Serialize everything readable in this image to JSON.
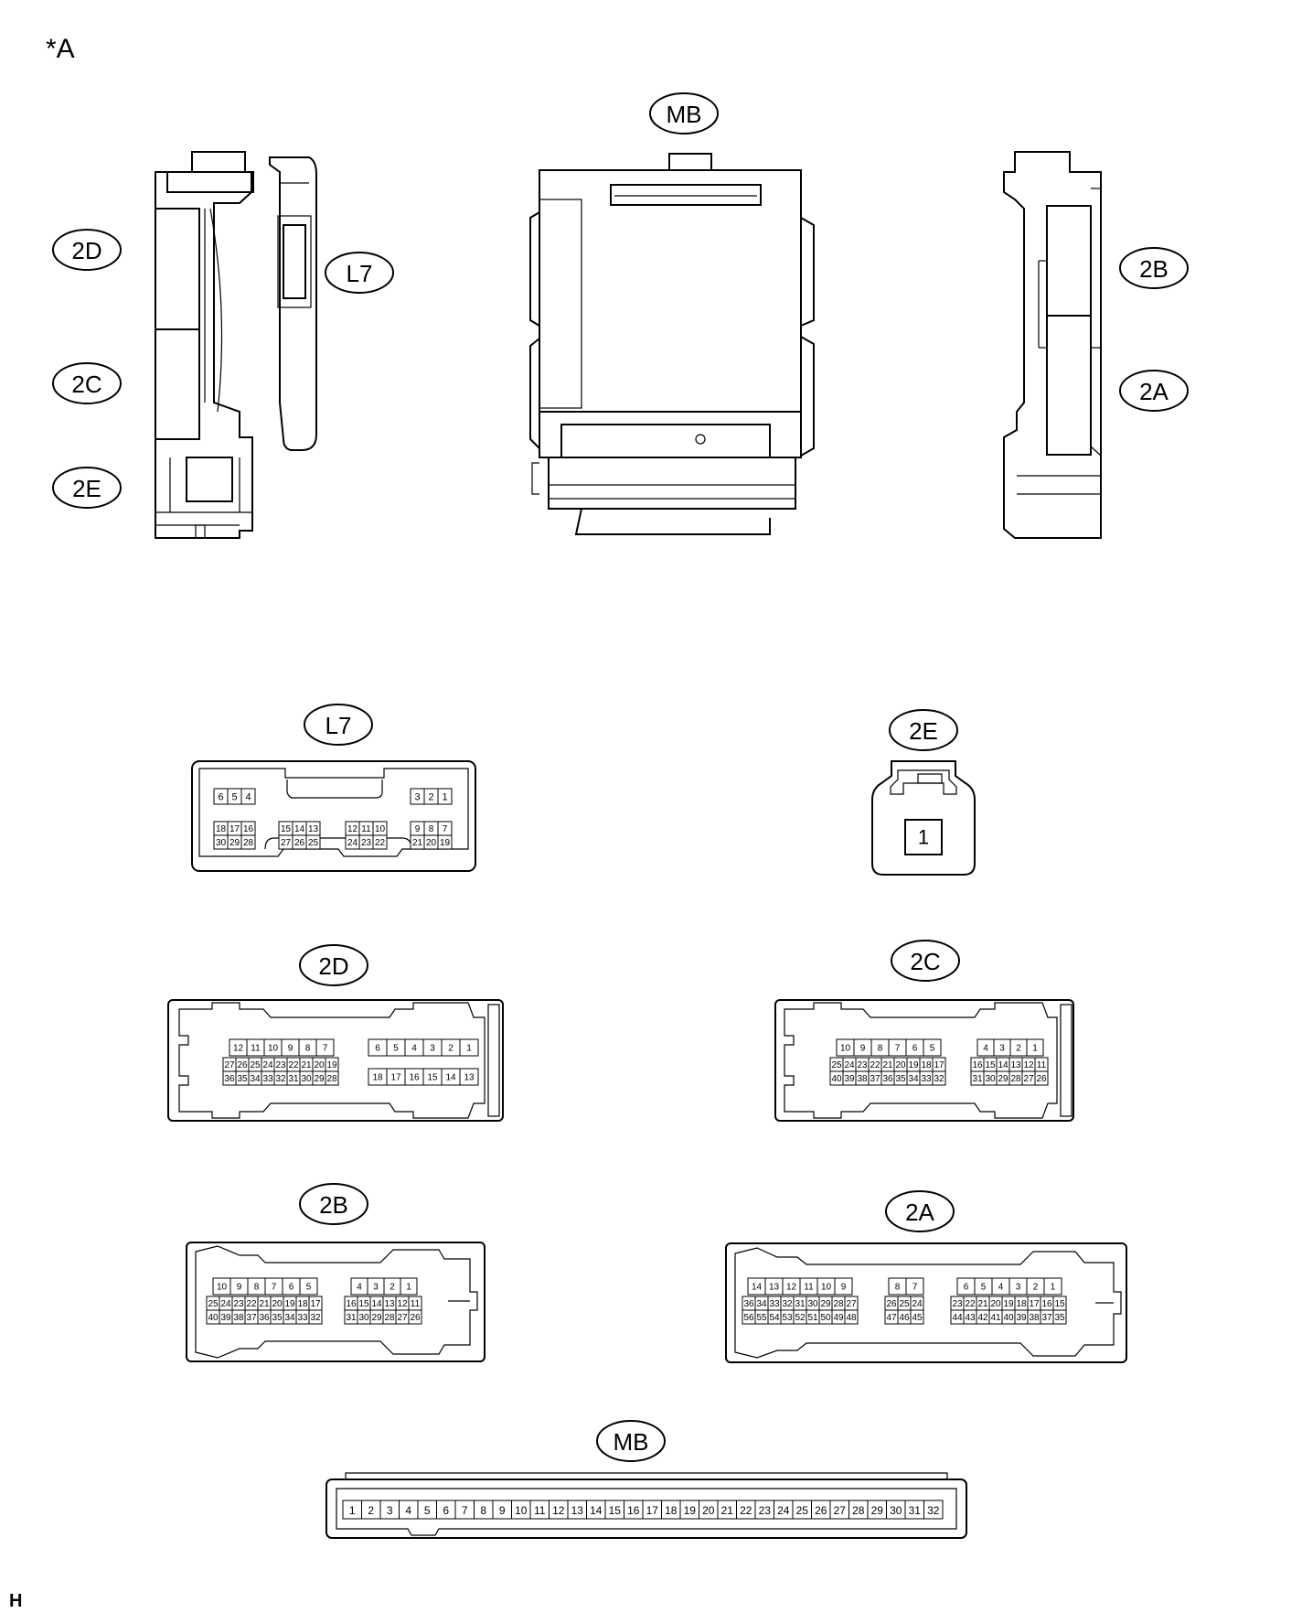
{
  "figure_mark": "*A",
  "footer_code": "H",
  "bubbles": {
    "top_mb": "MB",
    "left_2d": "2D",
    "left_2c": "2C",
    "left_2e": "2E",
    "left_l7": "L7",
    "right_2b": "2B",
    "right_2a": "2A"
  },
  "connectors": {
    "l7": {
      "label": "L7",
      "top_left": [
        "6",
        "5",
        "4"
      ],
      "top_right": [
        "3",
        "2",
        "1"
      ],
      "r2": [
        [
          "18",
          "17",
          "16"
        ],
        [
          "15",
          "14",
          "13"
        ],
        [
          "12",
          "11",
          "10"
        ],
        [
          "9",
          "8",
          "7"
        ]
      ],
      "r3": [
        [
          "30",
          "29",
          "28"
        ],
        [
          "27",
          "26",
          "25"
        ],
        [
          "24",
          "23",
          "22"
        ],
        [
          "21",
          "20",
          "19"
        ]
      ]
    },
    "c2e": {
      "label": "2E",
      "pin": "1"
    },
    "c2d": {
      "label": "2D",
      "l1": [
        "12",
        "11",
        "10",
        "9",
        "8",
        "7"
      ],
      "l2": [
        "27",
        "26",
        "25",
        "24",
        "23",
        "22",
        "21",
        "20",
        "19"
      ],
      "l3": [
        "36",
        "35",
        "34",
        "33",
        "32",
        "31",
        "30",
        "29",
        "28"
      ],
      "r1": [
        "6",
        "5",
        "4",
        "3",
        "2",
        "1"
      ],
      "r2": [
        "18",
        "17",
        "16",
        "15",
        "14",
        "13"
      ]
    },
    "c2c": {
      "label": "2C",
      "l1": [
        "10",
        "9",
        "8",
        "7",
        "6",
        "5"
      ],
      "l2": [
        "25",
        "24",
        "23",
        "22",
        "21",
        "20",
        "19",
        "18",
        "17"
      ],
      "l3": [
        "40",
        "39",
        "38",
        "37",
        "36",
        "35",
        "34",
        "33",
        "32"
      ],
      "r1": [
        "4",
        "3",
        "2",
        "1"
      ],
      "r2": [
        "16",
        "15",
        "14",
        "13",
        "12",
        "11"
      ],
      "r3": [
        "31",
        "30",
        "29",
        "28",
        "27",
        "26"
      ]
    },
    "c2b": {
      "label": "2B",
      "l1": [
        "10",
        "9",
        "8",
        "7",
        "6",
        "5"
      ],
      "l2": [
        "25",
        "24",
        "23",
        "22",
        "21",
        "20",
        "19",
        "18",
        "17"
      ],
      "l3": [
        "40",
        "39",
        "38",
        "37",
        "36",
        "35",
        "34",
        "33",
        "32"
      ],
      "r1": [
        "4",
        "3",
        "2",
        "1"
      ],
      "r2": [
        "16",
        "15",
        "14",
        "13",
        "12",
        "11"
      ],
      "r3": [
        "31",
        "30",
        "29",
        "28",
        "27",
        "26"
      ]
    },
    "c2a": {
      "label": "2A",
      "a1": [
        "14",
        "13",
        "12",
        "11",
        "10",
        "9"
      ],
      "a2": [
        "36",
        "34",
        "33",
        "32",
        "31",
        "30",
        "29",
        "28",
        "27"
      ],
      "a3": [
        "56",
        "55",
        "54",
        "53",
        "52",
        "51",
        "50",
        "49",
        "48"
      ],
      "b1": [
        "8",
        "7"
      ],
      "b2": [
        "26",
        "25",
        "24"
      ],
      "b3": [
        "47",
        "46",
        "45"
      ],
      "c1": [
        "6",
        "5",
        "4",
        "3",
        "2",
        "1"
      ],
      "c2": [
        "23",
        "22",
        "21",
        "20",
        "19",
        "18",
        "17",
        "16",
        "15"
      ],
      "c3": [
        "44",
        "43",
        "42",
        "41",
        "40",
        "39",
        "38",
        "37",
        "35"
      ]
    },
    "mb": {
      "label": "MB",
      "pins": [
        "1",
        "2",
        "3",
        "4",
        "5",
        "6",
        "7",
        "8",
        "9",
        "10",
        "11",
        "12",
        "13",
        "14",
        "15",
        "16",
        "17",
        "18",
        "19",
        "20",
        "21",
        "22",
        "23",
        "24",
        "25",
        "26",
        "27",
        "28",
        "29",
        "30",
        "31",
        "32"
      ]
    }
  }
}
